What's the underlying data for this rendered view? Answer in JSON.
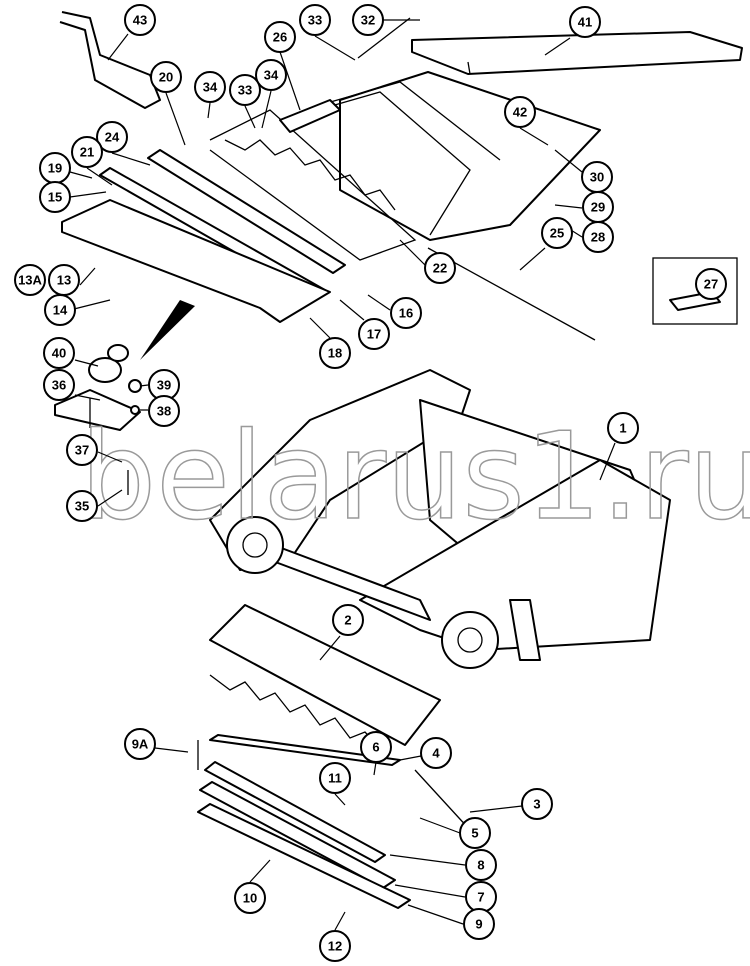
{
  "watermark": "belarus1.ru",
  "callouts": [
    "43",
    "33",
    "32",
    "41",
    "26",
    "20",
    "34",
    "33",
    "34",
    "42",
    "24",
    "21",
    "19",
    "15",
    "30",
    "29",
    "28",
    "13A",
    "13",
    "14",
    "25",
    "27",
    "16",
    "22",
    "17",
    "18",
    "40",
    "39",
    "38",
    "36",
    "1",
    "37",
    "35",
    "2",
    "9A",
    "6",
    "4",
    "11",
    "3",
    "5",
    "8",
    "10",
    "7",
    "9",
    "12"
  ]
}
